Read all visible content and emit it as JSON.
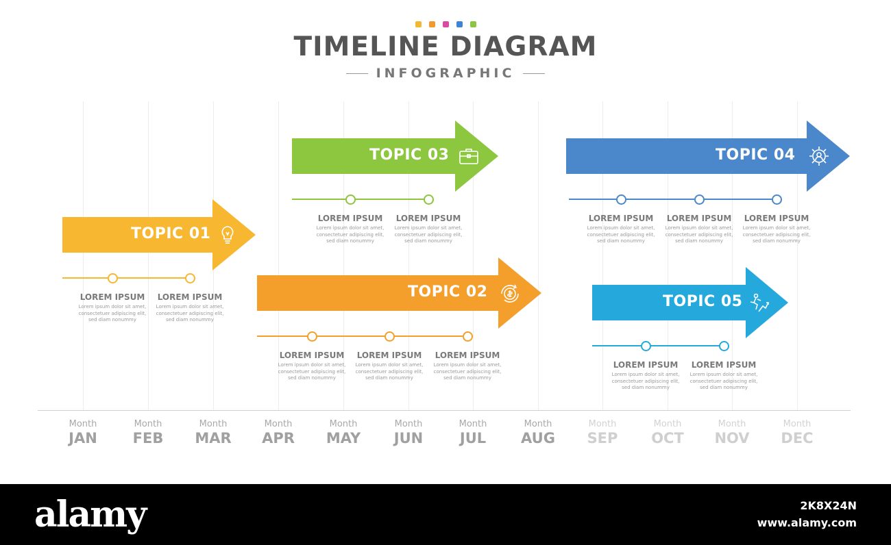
{
  "header": {
    "title": "TIMELINE DIAGRAM",
    "subtitle": "INFOGRAPHIC",
    "dot_colors": [
      "#f5b731",
      "#f39a2e",
      "#d94aa0",
      "#3b84d6",
      "#8dc540"
    ]
  },
  "months": [
    {
      "label": "Month",
      "name": "JAN"
    },
    {
      "label": "Month",
      "name": "FEB"
    },
    {
      "label": "Month",
      "name": "MAR"
    },
    {
      "label": "Month",
      "name": "APR"
    },
    {
      "label": "Month",
      "name": "MAY"
    },
    {
      "label": "Month",
      "name": "JUN"
    },
    {
      "label": "Month",
      "name": "JUL"
    },
    {
      "label": "Month",
      "name": "AUG"
    },
    {
      "label": "Month",
      "name": "SEP"
    },
    {
      "label": "Month",
      "name": "OCT"
    },
    {
      "label": "Month",
      "name": "NOV"
    },
    {
      "label": "Month",
      "name": "DEC"
    }
  ],
  "topics": [
    {
      "label": "TOPIC 01",
      "color": "#f8b731",
      "icon": "lightbulb-icon",
      "milestones": [
        {
          "title": "LOREM IPSUM",
          "text": [
            "Lorem ipsum dolor sit amet,",
            "consectetuer adipiscing elit,",
            "sed diam nonummy"
          ]
        },
        {
          "title": "LOREM IPSUM",
          "text": [
            "Lorem ipsum dolor sit amet,",
            "consectetuer adipiscing elit,",
            "sed diam nonummy"
          ]
        }
      ]
    },
    {
      "label": "TOPIC 02",
      "color": "#f49f2b",
      "icon": "money-cycle-icon",
      "milestones": [
        {
          "title": "LOREM IPSUM",
          "text": [
            "Lorem ipsum dolor sit amet,",
            "consectetuer adipiscing elit,",
            "sed diam nonummy"
          ]
        },
        {
          "title": "LOREM IPSUM",
          "text": [
            "Lorem ipsum dolor sit amet,",
            "consectetuer adipiscing elit,",
            "sed diam nonummy"
          ]
        },
        {
          "title": "LOREM IPSUM",
          "text": [
            "Lorem ipsum dolor sit amet,",
            "consectetuer adipiscing elit,",
            "sed diam nonummy"
          ]
        }
      ]
    },
    {
      "label": "TOPIC 03",
      "color": "#8dc63f",
      "icon": "briefcase-icon",
      "milestones": [
        {
          "title": "LOREM IPSUM",
          "text": [
            "Lorem ipsum dolor sit amet,",
            "consectetuer adipiscing elit,",
            "sed diam nonummy"
          ]
        },
        {
          "title": "LOREM IPSUM",
          "text": [
            "Lorem ipsum dolor sit amet,",
            "consectetuer adipiscing elit,",
            "sed diam nonummy"
          ]
        }
      ]
    },
    {
      "label": "TOPIC 04",
      "color": "#4a88cb",
      "icon": "gear-person-icon",
      "milestones": [
        {
          "title": "LOREM IPSUM",
          "text": [
            "Lorem ipsum dolor sit amet,",
            "consectetuer adipiscing elit,",
            "sed diam nonummy"
          ]
        },
        {
          "title": "LOREM IPSUM",
          "text": [
            "Lorem ipsum dolor sit amet,",
            "consectetuer adipiscing elit,",
            "sed diam nonummy"
          ]
        },
        {
          "title": "LOREM IPSUM",
          "text": [
            "Lorem ipsum dolor sit amet,",
            "consectetuer adipiscing elit,",
            "sed diam nonummy"
          ]
        }
      ]
    },
    {
      "label": "TOPIC 05",
      "color": "#25a9dc",
      "icon": "growth-runner-icon",
      "milestones": [
        {
          "title": "LOREM IPSUM",
          "text": [
            "Lorem ipsum dolor sit amet,",
            "consectetuer adipiscing elit,",
            "sed diam nonummy"
          ]
        },
        {
          "title": "LOREM IPSUM",
          "text": [
            "Lorem ipsum dolor sit amet,",
            "consectetuer adipiscing elit,",
            "sed diam nonummy"
          ]
        }
      ]
    }
  ],
  "footer": {
    "brand": "alamy",
    "image_code": "2K8X24N",
    "url": "www.alamy.com"
  }
}
